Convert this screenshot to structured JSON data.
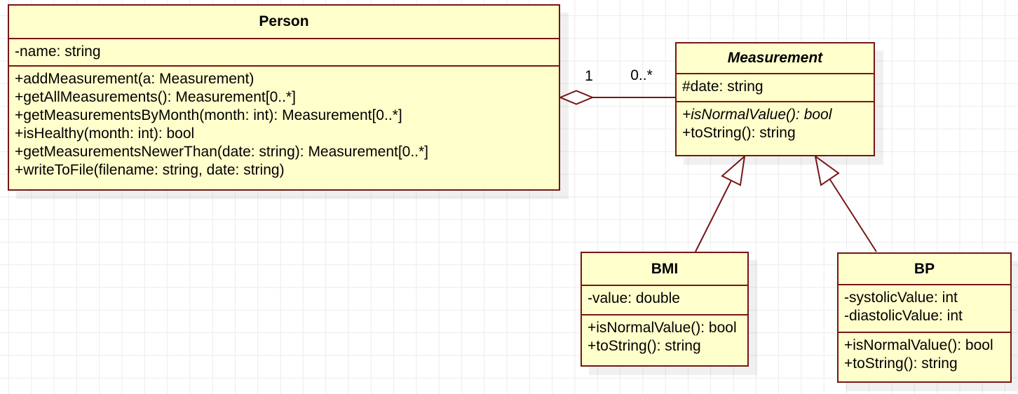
{
  "diagram": {
    "kind": "uml-class-diagram",
    "colors": {
      "class_fill": "#FFFFCC",
      "class_border": "#771616",
      "connector": "#771616",
      "grid_line": "#ECECEC",
      "canvas_background": "#FFFFFF",
      "text": "#000000"
    },
    "classes": {
      "person": {
        "name": "Person",
        "abstract": false,
        "attributes": [
          "-name: string"
        ],
        "methods": [
          "+addMeasurement(a: Measurement)",
          "+getAllMeasurements(): Measurement[0..*]",
          "+getMeasurementsByMonth(month: int): Measurement[0..*]",
          "+isHealthy(month: int): bool",
          "+getMeasurementsNewerThan(date: string): Measurement[0..*]",
          "+writeToFile(filename: string, date: string)"
        ]
      },
      "measurement": {
        "name": "Measurement",
        "abstract": true,
        "attributes": [
          "#date: string"
        ],
        "methods": [
          "+isNormalValue(): bool",
          "+toString(): string"
        ],
        "abstract_methods": [
          "+isNormalValue(): bool"
        ]
      },
      "bmi": {
        "name": "BMI",
        "abstract": false,
        "attributes": [
          "-value: double"
        ],
        "methods": [
          "+isNormalValue(): bool",
          "+toString(): string"
        ]
      },
      "bp": {
        "name": "BP",
        "abstract": false,
        "attributes": [
          "-systolicValue: int",
          "-diastolicValue: int"
        ],
        "methods": [
          "+isNormalValue(): bool",
          "+toString(): string"
        ]
      }
    },
    "edges": {
      "aggregation": {
        "type": "aggregation",
        "from": "Person",
        "to": "Measurement",
        "multiplicity_from": "1",
        "multiplicity_to": "0..*"
      },
      "generalization_bmi": {
        "type": "generalization",
        "from": "BMI",
        "to": "Measurement"
      },
      "generalization_bp": {
        "type": "generalization",
        "from": "BP",
        "to": "Measurement"
      }
    }
  }
}
